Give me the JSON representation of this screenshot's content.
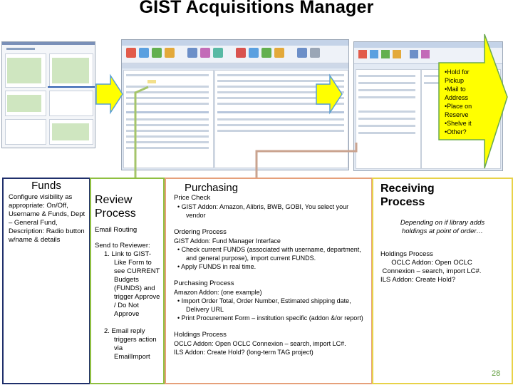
{
  "title": "GIST Acquisitions Manager",
  "colors": {
    "funds_border": "#1f2f6b",
    "review_border": "#8fbf40",
    "purchasing_border": "#e6a07a",
    "receiving_border": "#e8d248",
    "arrow_fill": "#ffff00",
    "arrow_stroke": "#5a9fd4",
    "connector_review": "#a5c56b",
    "connector_purchasing": "#caa38f",
    "page_number": "#5e9b3a"
  },
  "callout": {
    "lines": [
      "•Hold for",
      "Pickup",
      "•Mail to",
      "Address",
      "•Place on",
      "Reserve",
      "•Shelve it",
      "•Other?"
    ]
  },
  "funds": {
    "heading": "Funds",
    "body": "Configure visibility as appropriate: On/Off, Username & Funds, Dept – General Fund, Description: Radio button w/name & details"
  },
  "review": {
    "heading_line1": "Review",
    "heading_line2": "Process",
    "email_routing": "Email Routing",
    "send_to": "Send to Reviewer:",
    "step1": "1. Link to GIST-Like Form to see CURRENT Budgets (FUNDS) and trigger Approve / Do Not Approve",
    "step2": "2. Email reply triggers action via EmailImport"
  },
  "purchasing": {
    "heading": "Purchasing",
    "price_check": "Price Check",
    "price_bullet": "GIST Addon: Amazon, Alibris, BWB, GOBI, You select your vendor",
    "ordering_process": "Ordering Process",
    "ordering_line": "GIST Addon: Fund Manager Interface",
    "ordering_bullet1": "Check current FUNDS (associated with username, department, and general purpose), import current FUNDS.",
    "ordering_bullet2": "Apply FUNDS in real time.",
    "purchasing_process": "Purchasing Process",
    "amazon_line": "Amazon Addon: (one example)",
    "amazon_bullet1": "Import Order Total, Order Number, Estimated shipping date, Delivery URL",
    "amazon_bullet2": "Print Procurement Form – institution specific (addon &/or report)",
    "holdings_process": "Holdings Process",
    "holdings_line1": "OCLC Addon: Open OCLC Connexion – search, import LC#.",
    "holdings_line2": "ILS Addon: Create Hold? (long-term TAG project)"
  },
  "receiving": {
    "heading_line1": "Receiving",
    "heading_line2": "Process",
    "note": "Depending on if library adds holdings at point of order…",
    "holdings_process": "Holdings Process",
    "holdings_line": "OCLC Addon: Open OCLC Connexion – search, import LC#.",
    "ils_line": "ILS Addon: Create Hold?"
  },
  "page_number": "28"
}
